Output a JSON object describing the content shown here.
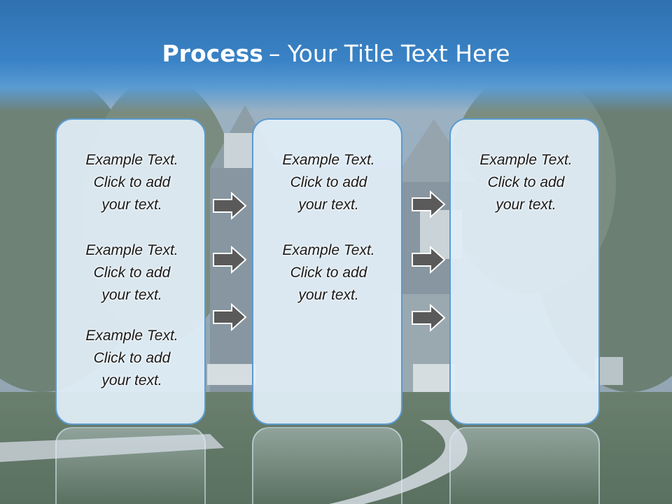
{
  "title": {
    "strong": "Process",
    "rest": "– Your Title Text Here"
  },
  "columns": [
    {
      "blocks": [
        {
          "line1": "Example Text.",
          "line2": "Click  to add",
          "line3": "your text."
        },
        {
          "line1": "Example Text.",
          "line2": "Click  to add",
          "line3": "your text."
        },
        {
          "line1": "Example Text.",
          "line2": "Click  to add",
          "line3": "your text."
        }
      ]
    },
    {
      "blocks": [
        {
          "line1": "Example Text.",
          "line2": "Click  to add",
          "line3": "your text."
        },
        {
          "line1": "Example Text.",
          "line2": "Click  to add",
          "line3": "your text."
        }
      ]
    },
    {
      "blocks": [
        {
          "line1": "Example Text.",
          "line2": "Click  to add",
          "line3": "your text."
        }
      ]
    }
  ],
  "colors": {
    "header": "#3a83c6",
    "box_fill": "#e1eef8",
    "box_border": "#5b9bd0",
    "arrow": "#5a5a5a"
  },
  "icons": {
    "arrow": "right-arrow-icon"
  }
}
